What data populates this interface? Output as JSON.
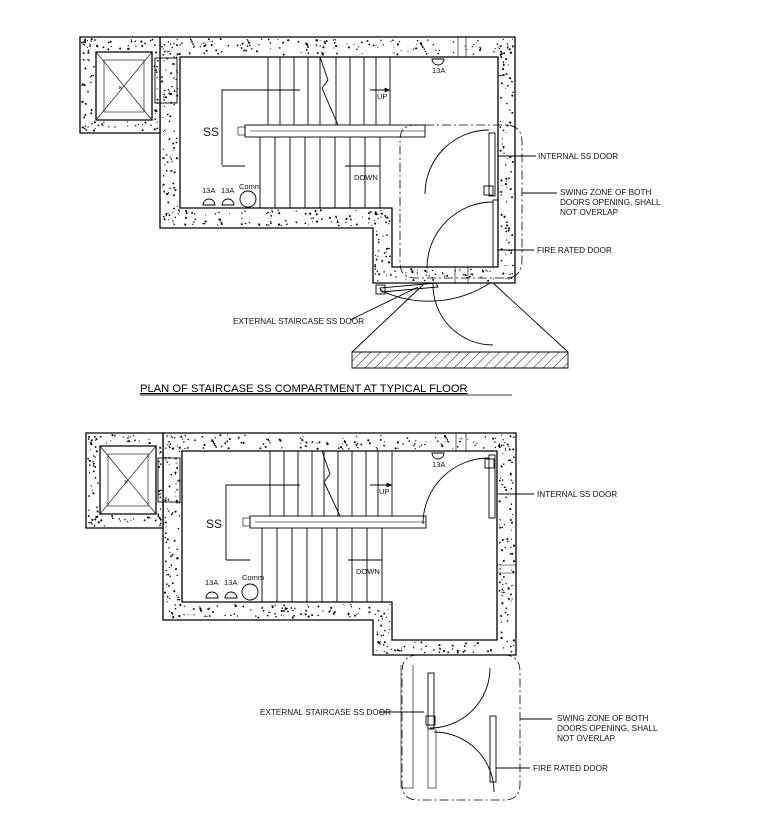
{
  "plan1": {
    "title": "PLAN OF STAIRCASE SS COMPARTMENT AT TYPICAL FLOOR",
    "room_label": "SS",
    "socket_label": "13A",
    "comm_label": "Comm",
    "up_label": "UP",
    "down_label": "DOWN",
    "callouts": {
      "internal_door": "INTERNAL SS DOOR",
      "swing_zone": [
        "SWING ZONE OF BOTH",
        "DOORS OPENING, SHALL",
        "NOT OVERLAP"
      ],
      "fire_door": "FIRE RATED DOOR",
      "external_door": "EXTERNAL STAIRCASE SS DOOR"
    }
  },
  "plan2": {
    "room_label": "SS",
    "socket_label": "13A",
    "comm_label": "Comm",
    "up_label": "UP",
    "down_label": "DOWN",
    "callouts": {
      "internal_door": "INTERNAL SS DOOR",
      "external_door": "EXTERNAL STAIRCASE SS DOOR",
      "swing_zone": [
        "SWING ZONE OF BOTH",
        "DOORS OPENING, SHALL",
        "NOT OVERLAP"
      ],
      "fire_door": "FIRE RATED DOOR"
    }
  }
}
